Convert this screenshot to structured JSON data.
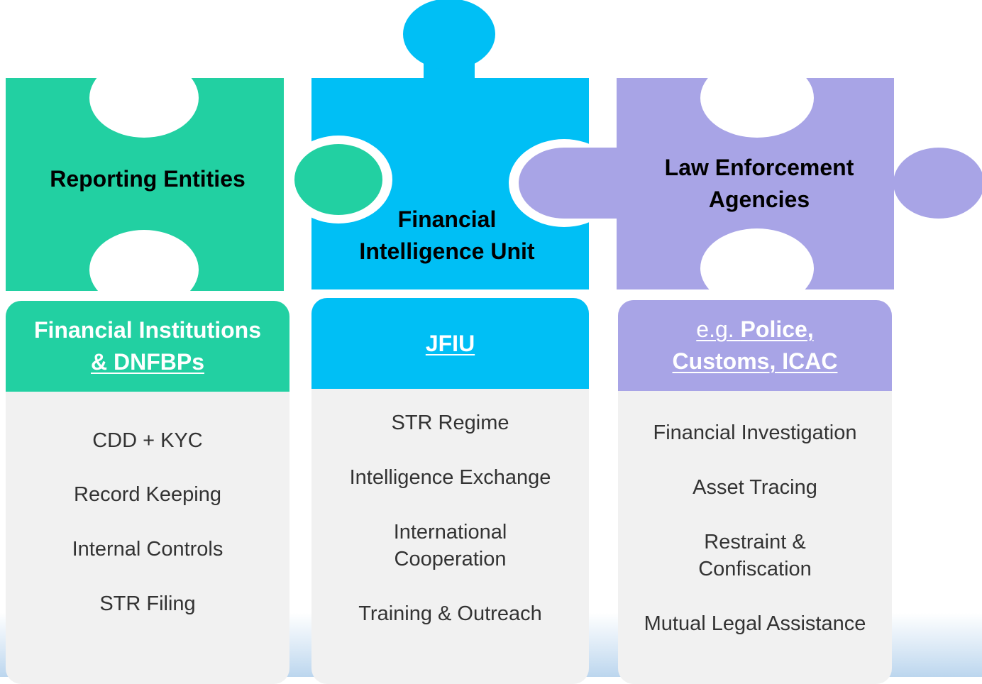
{
  "colors": {
    "green": "#22d0a2",
    "blue": "#00bff5",
    "purple": "#a8a4e6",
    "card_body": "#f1f1f1"
  },
  "pieces": {
    "left": {
      "title": "Reporting Entities"
    },
    "middle": {
      "title_line1": "Financial",
      "title_line2": "Intelligence Unit"
    },
    "right": {
      "title_line1": "Law Enforcement",
      "title_line2": "Agencies"
    }
  },
  "cards": {
    "left": {
      "heading_line1": "Financial Institutions",
      "heading_line2": "& DNFBPs",
      "items": [
        "CDD + KYC",
        "Record Keeping",
        "Internal Controls",
        "STR Filing"
      ]
    },
    "middle": {
      "heading": "JFIU",
      "items": [
        "STR Regime",
        "Intelligence Exchange",
        "International",
        "Cooperation",
        "Training & Outreach"
      ]
    },
    "right": {
      "heading_prefix": "e.g. ",
      "heading_line1_bold": "Police,",
      "heading_line2": "Customs, ICAC",
      "items": [
        "Financial Investigation",
        "Asset Tracing",
        "Restraint &",
        "Confiscation",
        "Mutual Legal Assistance"
      ]
    }
  }
}
